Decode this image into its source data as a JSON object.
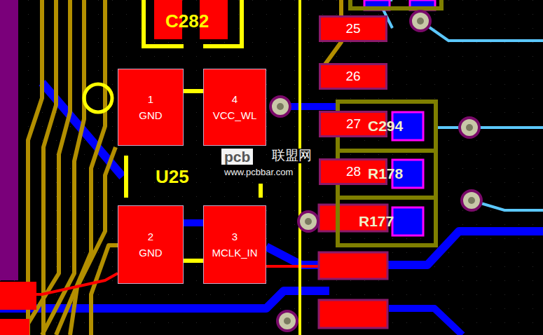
{
  "diagram": {
    "nodes": [
      {
        "text": [
          "1",
          "GND"
        ]
      },
      {
        "text": [
          "4",
          "VCC_WL"
        ]
      },
      {
        "text": [
          "2",
          "GND"
        ]
      },
      {
        "text": [
          "3",
          "MCLK_IN"
        ]
      },
      {
        "text": [
          "25"
        ]
      },
      {
        "text": [
          "26"
        ]
      },
      {
        "text": [
          "27"
        ]
      },
      {
        "text": [
          "28"
        ]
      }
    ],
    "labels": [
      "C282",
      "U25",
      "C294",
      "R178",
      "R177",
      "pcb",
      "联盟网",
      "www.pcbbar.com"
    ]
  }
}
